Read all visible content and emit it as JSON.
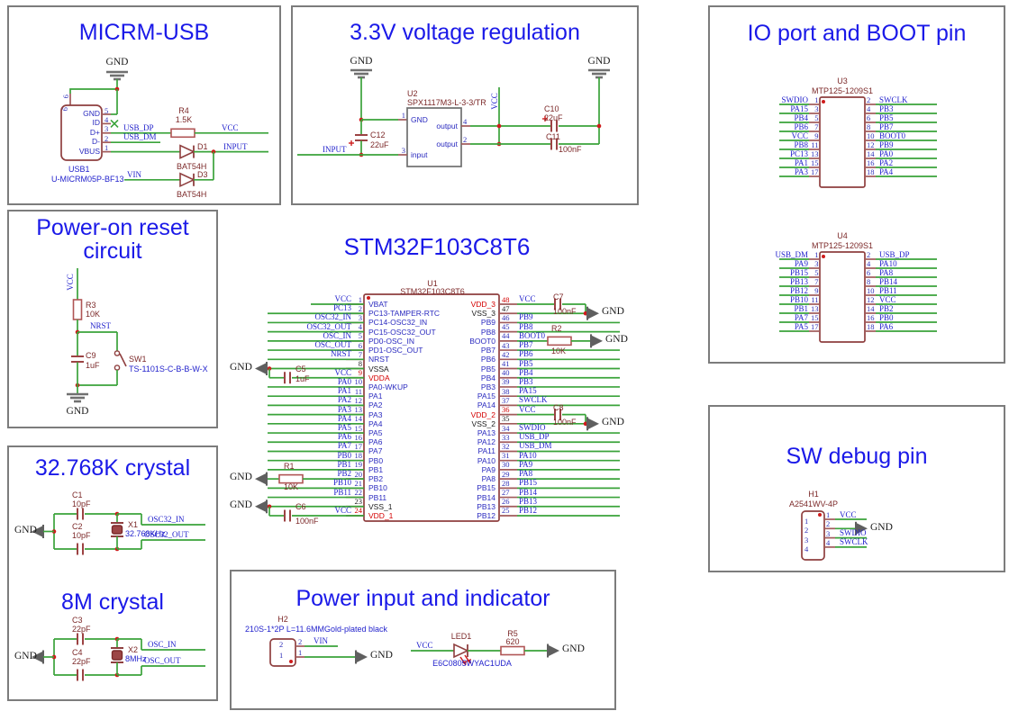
{
  "micrm_usb": {
    "title": "MICRM-USB",
    "gnd": "GND",
    "pin6": "6",
    "usb1_ref": "USB1",
    "usb1_part": "U-MICRM05P-BF13",
    "pins": [
      {
        "n": "5",
        "name": "GND"
      },
      {
        "n": "4",
        "name": "ID"
      },
      {
        "n": "3",
        "name": "D+"
      },
      {
        "n": "2",
        "name": "D-"
      },
      {
        "n": "1",
        "name": "VBUS"
      }
    ],
    "r4_ref": "R4",
    "r4_val": "1.5K",
    "d1_ref": "D1",
    "d1_val": "BAT54H",
    "d3_ref": "D3",
    "d3_val": "BAT54H",
    "net_usb_dp": "USB_DP",
    "net_usb_dm": "USB_DM",
    "net_vcc": "VCC",
    "net_input": "INPUT",
    "net_vin": "VIN"
  },
  "reg33": {
    "title": "3.3V voltage regulation",
    "gnd_left": "GND",
    "gnd_right": "GND",
    "u2_ref": "U2",
    "u2_part": "SPX1117M3-L-3-3/TR",
    "pin1": {
      "n": "1",
      "name": "GND"
    },
    "pin4": {
      "n": "4",
      "name": "output"
    },
    "pin2": {
      "n": "2",
      "name": "output"
    },
    "pin3": {
      "n": "3",
      "name": "input"
    },
    "c12_ref": "C12",
    "c12_val": "22uF",
    "c10_ref": "C10",
    "c10_val": "22uF",
    "c11_ref": "C11",
    "c11_val": "100nF",
    "net_vcc": "VCC",
    "net_input": "INPUT"
  },
  "ioboot": {
    "title": "IO port and BOOT pin",
    "u3_ref": "U3",
    "u3_part": "MTP125-1209S1",
    "u3_rows": [
      {
        "l": "SWDIO",
        "ln": "1",
        "rn": "2",
        "r": "SWCLK"
      },
      {
        "l": "PA15",
        "ln": "3",
        "rn": "4",
        "r": "PB3"
      },
      {
        "l": "PB4",
        "ln": "5",
        "rn": "6",
        "r": "PB5"
      },
      {
        "l": "PB6",
        "ln": "7",
        "rn": "8",
        "r": "PB7"
      },
      {
        "l": "VCC",
        "ln": "9",
        "rn": "10",
        "r": "BOOT0"
      },
      {
        "l": "PB8",
        "ln": "11",
        "rn": "12",
        "r": "PB9"
      },
      {
        "l": "PC13",
        "ln": "13",
        "rn": "14",
        "r": "PA0"
      },
      {
        "l": "PA1",
        "ln": "15",
        "rn": "16",
        "r": "PA2"
      },
      {
        "l": "PA3",
        "ln": "17",
        "rn": "18",
        "r": "PA4"
      }
    ],
    "u4_ref": "U4",
    "u4_part": "MTP125-1209S1",
    "u4_rows": [
      {
        "l": "USB_DM",
        "ln": "1",
        "rn": "2",
        "r": "USB_DP"
      },
      {
        "l": "PA9",
        "ln": "3",
        "rn": "4",
        "r": "PA10"
      },
      {
        "l": "PB15",
        "ln": "5",
        "rn": "6",
        "r": "PA8"
      },
      {
        "l": "PB13",
        "ln": "7",
        "rn": "8",
        "r": "PB14"
      },
      {
        "l": "PB12",
        "ln": "9",
        "rn": "10",
        "r": "PB11"
      },
      {
        "l": "PB10",
        "ln": "11",
        "rn": "12",
        "r": "VCC"
      },
      {
        "l": "PB1",
        "ln": "13",
        "rn": "14",
        "r": "PB2"
      },
      {
        "l": "PA7",
        "ln": "15",
        "rn": "16",
        "r": "PB0"
      },
      {
        "l": "PA5",
        "ln": "17",
        "rn": "18",
        "r": "PA6"
      }
    ]
  },
  "por": {
    "title1": "Power-on reset",
    "title2": "circuit",
    "net_vcc": "VCC",
    "r3_ref": "R3",
    "r3_val": "10K",
    "net_nrst": "NRST",
    "c9_ref": "C9",
    "c9_val": "1uF",
    "sw1_ref": "SW1",
    "sw1_part": "TS-1101S-C-B-B-W-X",
    "gnd": "GND"
  },
  "mcu": {
    "title": "STM32F103C8T6",
    "ref": "U1",
    "part": "STM32F103C8T6",
    "gnd": "GND",
    "net_vcc": "VCC",
    "c5": [
      "C5",
      "1uF"
    ],
    "c6": [
      "C6",
      "100nF"
    ],
    "c7": [
      "C7",
      "100nF"
    ],
    "c8": [
      "C8",
      "100nF"
    ],
    "r1": [
      "R1",
      "10K"
    ],
    "r2": [
      "R2",
      "10K"
    ],
    "left_pins": [
      {
        "n": "1",
        "name": "VBAT",
        "net": "VCC",
        "t": "io"
      },
      {
        "n": "2",
        "name": "PC13-TAMPER-RTC",
        "net": "PC13",
        "t": "io"
      },
      {
        "n": "3",
        "name": "PC14-OSC32_IN",
        "net": "OSC32_IN",
        "t": "io"
      },
      {
        "n": "4",
        "name": "PC15-OSC32_OUT",
        "net": "OSC32_OUT",
        "t": "io"
      },
      {
        "n": "5",
        "name": "PD0-OSC_IN",
        "net": "OSC_IN",
        "t": "io"
      },
      {
        "n": "6",
        "name": "PD1-OSC_OUT",
        "net": "OSC_OUT",
        "t": "io"
      },
      {
        "n": "7",
        "name": "NRST",
        "net": "NRST",
        "t": "io"
      },
      {
        "n": "8",
        "name": "VSSA",
        "net": "",
        "t": "vss"
      },
      {
        "n": "9",
        "name": "VDDA",
        "net": "VCC",
        "t": "vdd"
      },
      {
        "n": "10",
        "name": "PA0-WKUP",
        "net": "PA0",
        "t": "io"
      },
      {
        "n": "11",
        "name": "PA1",
        "net": "PA1",
        "t": "io"
      },
      {
        "n": "12",
        "name": "PA2",
        "net": "PA2",
        "t": "io"
      },
      {
        "n": "13",
        "name": "PA3",
        "net": "PA3",
        "t": "io"
      },
      {
        "n": "14",
        "name": "PA4",
        "net": "PA4",
        "t": "io"
      },
      {
        "n": "15",
        "name": "PA5",
        "net": "PA5",
        "t": "io"
      },
      {
        "n": "16",
        "name": "PA6",
        "net": "PA6",
        "t": "io"
      },
      {
        "n": "17",
        "name": "PA7",
        "net": "PA7",
        "t": "io"
      },
      {
        "n": "18",
        "name": "PB0",
        "net": "PB0",
        "t": "io"
      },
      {
        "n": "19",
        "name": "PB1",
        "net": "PB1",
        "t": "io"
      },
      {
        "n": "20",
        "name": "PB2",
        "net": "PB2",
        "t": "io"
      },
      {
        "n": "21",
        "name": "PB10",
        "net": "PB10",
        "t": "io"
      },
      {
        "n": "22",
        "name": "PB11",
        "net": "PB11",
        "t": "io"
      },
      {
        "n": "23",
        "name": "VSS_1",
        "net": "",
        "t": "vss"
      },
      {
        "n": "24",
        "name": "VDD_1",
        "net": "VCC",
        "t": "vdd"
      }
    ],
    "right_pins": [
      {
        "n": "48",
        "name": "VDD_3",
        "net": "VCC",
        "t": "vdd"
      },
      {
        "n": "47",
        "name": "VSS_3",
        "net": "",
        "t": "vss"
      },
      {
        "n": "46",
        "name": "PB9",
        "net": "PB9",
        "t": "io"
      },
      {
        "n": "45",
        "name": "PB8",
        "net": "PB8",
        "t": "io"
      },
      {
        "n": "44",
        "name": "BOOT0",
        "net": "BOOT0",
        "t": "io"
      },
      {
        "n": "43",
        "name": "PB7",
        "net": "PB7",
        "t": "io"
      },
      {
        "n": "42",
        "name": "PB6",
        "net": "PB6",
        "t": "io"
      },
      {
        "n": "41",
        "name": "PB5",
        "net": "PB5",
        "t": "io"
      },
      {
        "n": "40",
        "name": "PB4",
        "net": "PB4",
        "t": "io"
      },
      {
        "n": "39",
        "name": "PB3",
        "net": "PB3",
        "t": "io"
      },
      {
        "n": "38",
        "name": "PA15",
        "net": "PA15",
        "t": "io"
      },
      {
        "n": "37",
        "name": "PA14",
        "net": "SWCLK",
        "t": "io"
      },
      {
        "n": "36",
        "name": "VDD_2",
        "net": "VCC",
        "t": "vdd"
      },
      {
        "n": "35",
        "name": "VSS_2",
        "net": "",
        "t": "vss"
      },
      {
        "n": "34",
        "name": "PA13",
        "net": "SWDIO",
        "t": "io"
      },
      {
        "n": "33",
        "name": "PA12",
        "net": "USB_DP",
        "t": "io"
      },
      {
        "n": "32",
        "name": "PA11",
        "net": "USB_DM",
        "t": "io"
      },
      {
        "n": "31",
        "name": "PA10",
        "net": "PA10",
        "t": "io"
      },
      {
        "n": "30",
        "name": "PA9",
        "net": "PA9",
        "t": "io"
      },
      {
        "n": "29",
        "name": "PA8",
        "net": "PA8",
        "t": "io"
      },
      {
        "n": "28",
        "name": "PB15",
        "net": "PB15",
        "t": "io"
      },
      {
        "n": "27",
        "name": "PB14",
        "net": "PB14",
        "t": "io"
      },
      {
        "n": "26",
        "name": "PB13",
        "net": "PB13",
        "t": "io"
      },
      {
        "n": "25",
        "name": "PB12",
        "net": "PB12",
        "t": "io"
      }
    ]
  },
  "crystals": {
    "title_32k": "32.768K crystal",
    "title_8m": "8M crystal",
    "gnd1": "GND",
    "gnd2": "GND",
    "c1": [
      "C1",
      "10pF"
    ],
    "c2": [
      "C2",
      "10pF"
    ],
    "x1": [
      "X1",
      "32.768KHz"
    ],
    "net_osc32_in": "OSC32_IN",
    "net_osc32_out": "OSC32_OUT",
    "c3": [
      "C3",
      "22pF"
    ],
    "c4": [
      "C4",
      "22pF"
    ],
    "x2": [
      "X2",
      "8MHz"
    ],
    "net_osc_in": "OSC_IN",
    "net_osc_out": "OSC_OUT"
  },
  "power": {
    "title": "Power input and indicator",
    "h2_ref": "H2",
    "h2_part": "210S-1*2P L=11.6MMGold-plated black",
    "h2_pins": [
      "2",
      "1"
    ],
    "net_vin": "VIN",
    "gnd1": "GND",
    "net_vcc": "VCC",
    "led_ref": "LED1",
    "led_part": "E6C0805WYAC1UDA",
    "r5_ref": "R5",
    "r5_val": "620",
    "gnd2": "GND"
  },
  "swdebug": {
    "title": "SW debug pin",
    "h1_ref": "H1",
    "h1_part": "A2541WV-4P",
    "gnd": "GND",
    "rows": [
      {
        "n": "1",
        "net": "VCC"
      },
      {
        "n": "2",
        "net": ""
      },
      {
        "n": "3",
        "net": "SWDIO"
      },
      {
        "n": "4",
        "net": "SWCLK"
      }
    ]
  }
}
